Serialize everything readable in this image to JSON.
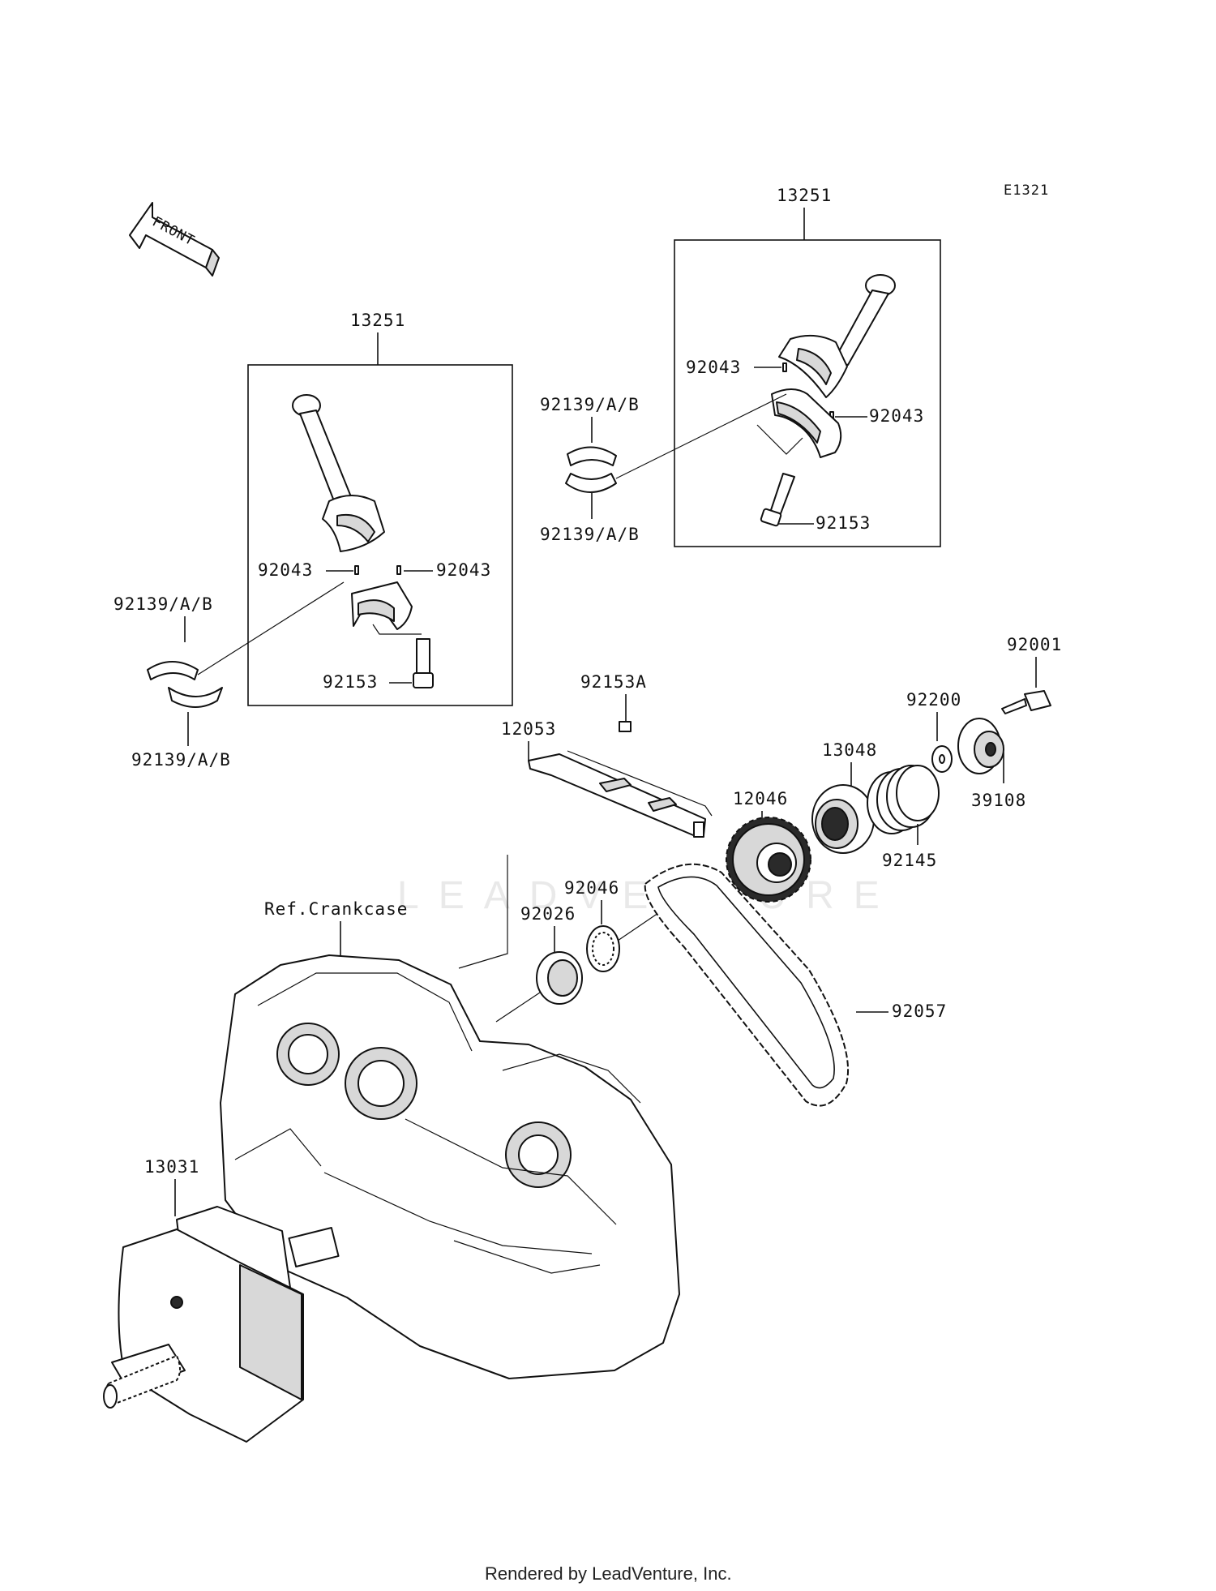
{
  "diagram_id": "E1321",
  "front_label": "FRONT",
  "watermark": "LEADVENTURE",
  "footer": "Rendered by LeadVenture, Inc.",
  "parts": {
    "p13251_right": "13251",
    "p13251_left": "13251",
    "p92043_r1": "92043",
    "p92043_r2": "92043",
    "p92153_r": "92153",
    "p92139_r1": "92139/A/B",
    "p92139_r2": "92139/A/B",
    "p92043_l1": "92043",
    "p92043_l2": "92043",
    "p92153_l": "92153",
    "p92139_l1": "92139/A/B",
    "p92139_l2": "92139/A/B",
    "p92153A": "92153A",
    "p12053": "12053",
    "p12046": "12046",
    "p13048": "13048",
    "p92200": "92200",
    "p92001": "92001",
    "p39108": "39108",
    "p92145": "92145",
    "p92046": "92046",
    "p92026": "92026",
    "p92057": "92057",
    "ref_crankcase": "Ref.Crankcase",
    "p13031": "13031"
  }
}
